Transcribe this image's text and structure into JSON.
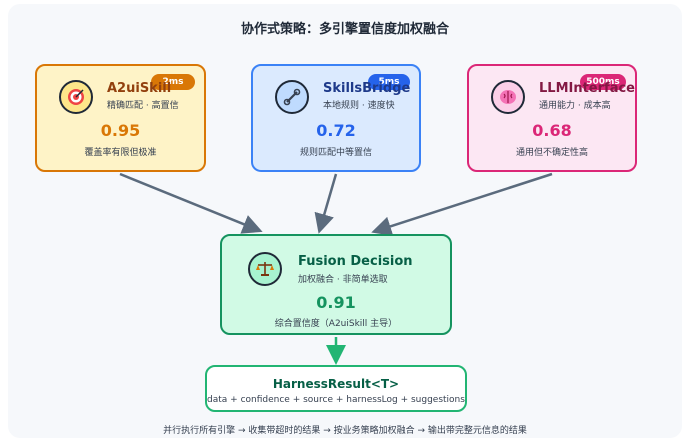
{
  "title": "协作式策略：多引擎置信度加权融合",
  "engines": [
    {
      "name": "A2uiSkill",
      "badge": "2ms",
      "subtitle": "精确匹配 · 高置信",
      "score": "0.95",
      "description": "覆盖率有限但极准",
      "icon": "target-icon",
      "accent": "#d97706"
    },
    {
      "name": "SkillsBridge",
      "badge": "5ms",
      "subtitle": "本地规则 · 速度快",
      "score": "0.72",
      "description": "规则匹配中等置信",
      "icon": "wrench-icon",
      "accent": "#2563eb"
    },
    {
      "name": "LLMInterface",
      "badge": "500ms",
      "subtitle": "通用能力 · 成本高",
      "score": "0.68",
      "description": "通用但不确定性高",
      "icon": "brain-icon",
      "accent": "#db2777"
    }
  ],
  "fusion": {
    "name": "Fusion Decision",
    "subtitle": "加权融合 · 非简单选取",
    "score": "0.91",
    "description": "综合置信度（A2uiSkill 主导）",
    "icon": "balance-scale-icon",
    "accent": "#15935f"
  },
  "result": {
    "title": "HarnessResult<T>",
    "fields": "data + confidence + source + harnessLog + suggestions"
  },
  "footer": "并行执行所有引擎 → 收集带超时的结果 → 按业务策略加权融合 → 输出带完整元信息的结果",
  "colors": {
    "arrow": "#5b6b7d",
    "result_arrow": "#22b573"
  }
}
